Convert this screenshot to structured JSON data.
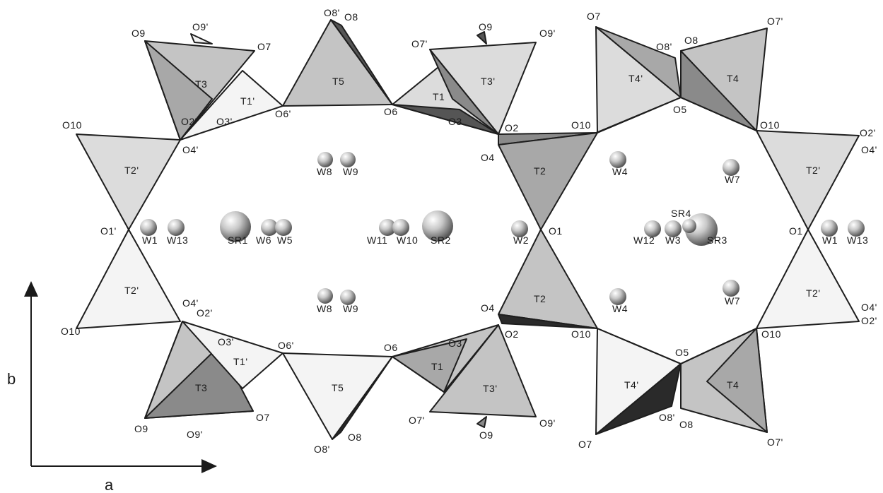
{
  "axes": {
    "a_label": "a",
    "b_label": "b"
  },
  "tetrahedra": [
    "T1",
    "T1'",
    "T2",
    "T2'",
    "T3",
    "T3'",
    "T4",
    "T4'",
    "T5"
  ],
  "oxygen_labels": [
    "O1",
    "O1'",
    "O2",
    "O2'",
    "O3",
    "O3'",
    "O4",
    "O4'",
    "O5",
    "O6",
    "O6'",
    "O7",
    "O7'",
    "O8",
    "O8'",
    "O9",
    "O9'",
    "O10"
  ],
  "water_labels": [
    "W1",
    "W2",
    "W3",
    "W4",
    "W5",
    "W6",
    "W7",
    "W8",
    "W9",
    "W10",
    "W11",
    "W12",
    "W13"
  ],
  "cation_labels": [
    "SR1",
    "SR2",
    "SR3",
    "SR4"
  ],
  "colors": {
    "lightest": "#f4f4f4",
    "light": "#dcdcdc",
    "mid": "#c4c4c4",
    "dark": "#a8a8a8",
    "darker": "#8a8a8a",
    "darkest": "#2a2a2a"
  }
}
